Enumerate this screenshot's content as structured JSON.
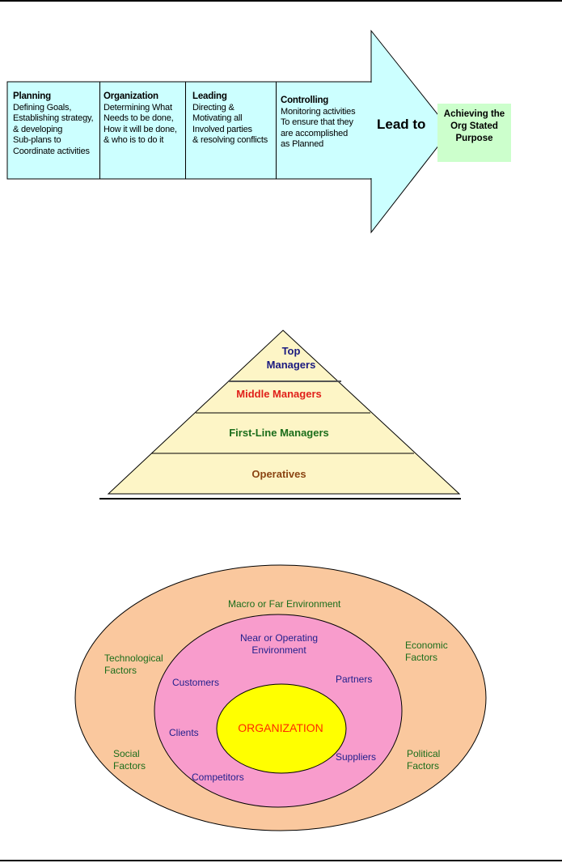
{
  "process": {
    "steps": [
      {
        "title": "Planning",
        "body": "Defining Goals,\nEstablishing strategy,\n& developing\nSub-plans to\nCoordinate activities"
      },
      {
        "title": "Organization",
        "body": "Determining What\nNeeds to be done,\nHow it will be done,\n& who is to do it"
      },
      {
        "title": "Leading",
        "body": "Directing &\nMotivating all\nInvolved parties\n& resolving conflicts"
      },
      {
        "title": "Controlling",
        "body": "Monitoring activities\nTo ensure that they\nare accomplished\nas Planned"
      }
    ],
    "lead_label": "Lead to",
    "goal": "Achieving the\nOrg Stated\nPurpose",
    "colors": {
      "box_fill": "#ccffff",
      "goal_fill": "#ccffcc",
      "background": "#ffffff"
    }
  },
  "pyramid": {
    "tiers": [
      {
        "label": "Top\nManagers",
        "color": "#1a1a80"
      },
      {
        "label": "Middle Managers",
        "color": "#e0201a"
      },
      {
        "label": "First-Line Managers",
        "color": "#1b6d1b"
      },
      {
        "label": "Operatives",
        "color": "#8b4513"
      }
    ],
    "fill_color": "#fdf5c6"
  },
  "environment": {
    "outer_title": "Macro or Far Environment",
    "outer_factors": [
      "Technological\nFactors",
      "Economic\nFactors",
      "Social\nFactors",
      "Political\nFactors"
    ],
    "inner_title": "Near or Operating\nEnvironment",
    "inner_items": [
      "Customers",
      "Partners",
      "Clients",
      "Suppliers",
      "Competitors"
    ],
    "core": "ORGANIZATION",
    "colors": {
      "outer": "#fac89e",
      "inner": "#f89ccc",
      "core": "#ffff00"
    }
  }
}
